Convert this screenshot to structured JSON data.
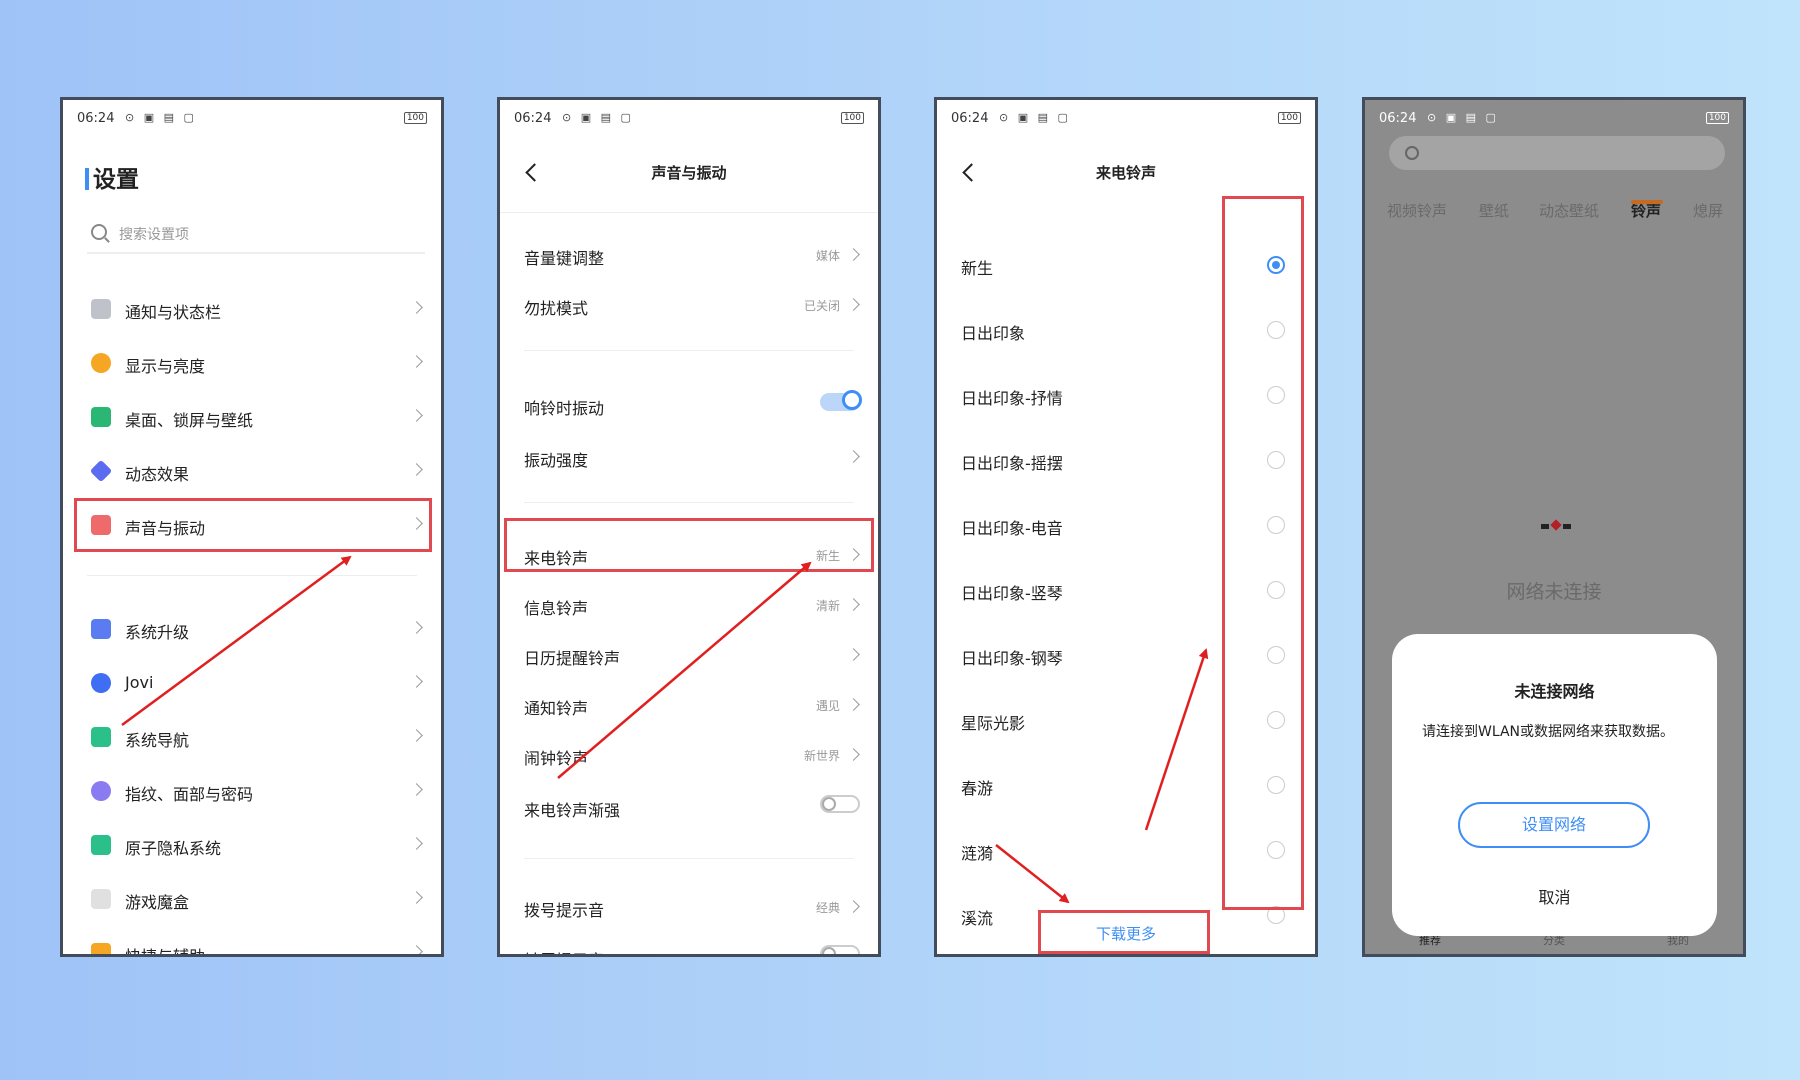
{
  "status": {
    "time": "06:24",
    "icons": "⊙ ▣ ▤ ▢",
    "battery": "100"
  },
  "p1": {
    "title": "设置",
    "search_placeholder": "搜索设置项",
    "items": [
      {
        "label": "通知与状态栏",
        "icon": "notification-icon",
        "color": "#bfc3c9"
      },
      {
        "label": "显示与亮度",
        "icon": "brightness-icon",
        "color": "#f5a623"
      },
      {
        "label": "桌面、锁屏与壁纸",
        "icon": "wallpaper-icon",
        "color": "#2bb673"
      },
      {
        "label": "动态效果",
        "icon": "animation-icon",
        "color": "#5b6cf0"
      },
      {
        "label": "声音与振动",
        "icon": "speaker-icon",
        "color": "#ef6a6a"
      },
      {
        "label": "系统升级",
        "icon": "upgrade-icon",
        "color": "#5b7cf0"
      },
      {
        "label": "Jovi",
        "icon": "jovi-icon",
        "color": "#3f6ef5"
      },
      {
        "label": "系统导航",
        "icon": "navigation-icon",
        "color": "#2bc08a"
      },
      {
        "label": "指纹、面部与密码",
        "icon": "fingerprint-icon",
        "color": "#8a7cf0"
      },
      {
        "label": "原子隐私系统",
        "icon": "privacy-icon",
        "color": "#2bc08a"
      },
      {
        "label": "游戏魔盒",
        "icon": "game-icon",
        "color": "#e0e0e0"
      },
      {
        "label": "快捷与辅助",
        "icon": "shortcut-icon",
        "color": "#f5a623"
      }
    ]
  },
  "p2": {
    "title": "声音与振动",
    "rows": [
      {
        "label": "音量键调整",
        "value": "媒体"
      },
      {
        "label": "勿扰模式",
        "value": "已关闭"
      },
      {
        "label": "响铃时振动",
        "toggle": "on"
      },
      {
        "label": "振动强度",
        "value": ""
      },
      {
        "label": "来电铃声",
        "value": "新生"
      },
      {
        "label": "信息铃声",
        "value": "清新"
      },
      {
        "label": "日历提醒铃声",
        "value": ""
      },
      {
        "label": "通知铃声",
        "value": "遇见"
      },
      {
        "label": "闹钟铃声",
        "value": "新世界"
      },
      {
        "label": "来电铃声渐强",
        "toggle": "off"
      },
      {
        "label": "拨号提示音",
        "value": "经典"
      },
      {
        "label": "触屏提示音",
        "toggle": "off"
      }
    ]
  },
  "p3": {
    "title": "来电铃声",
    "ringtones": [
      "新生",
      "日出印象",
      "日出印象-抒情",
      "日出印象-摇摆",
      "日出印象-电音",
      "日出印象-竖琴",
      "日出印象-钢琴",
      "星际光影",
      "春游",
      "涟漪",
      "溪流"
    ],
    "selected": "新生",
    "download_more": "下载更多"
  },
  "p4": {
    "tabs": [
      "视频铃声",
      "壁纸",
      "动态壁纸",
      "铃声",
      "熄屏"
    ],
    "active_tab": "铃声",
    "no_network": "网络未连接",
    "dialog": {
      "title": "未连接网络",
      "message": "请连接到WLAN或数据网络来获取数据。",
      "setup_button": "设置网络",
      "cancel": "取消"
    },
    "bottom_nav": [
      "推荐",
      "分类",
      "我的"
    ]
  },
  "colors": {
    "accent": "#3f8ef5",
    "highlight": "#e0494f",
    "arrow": "#e02020"
  }
}
